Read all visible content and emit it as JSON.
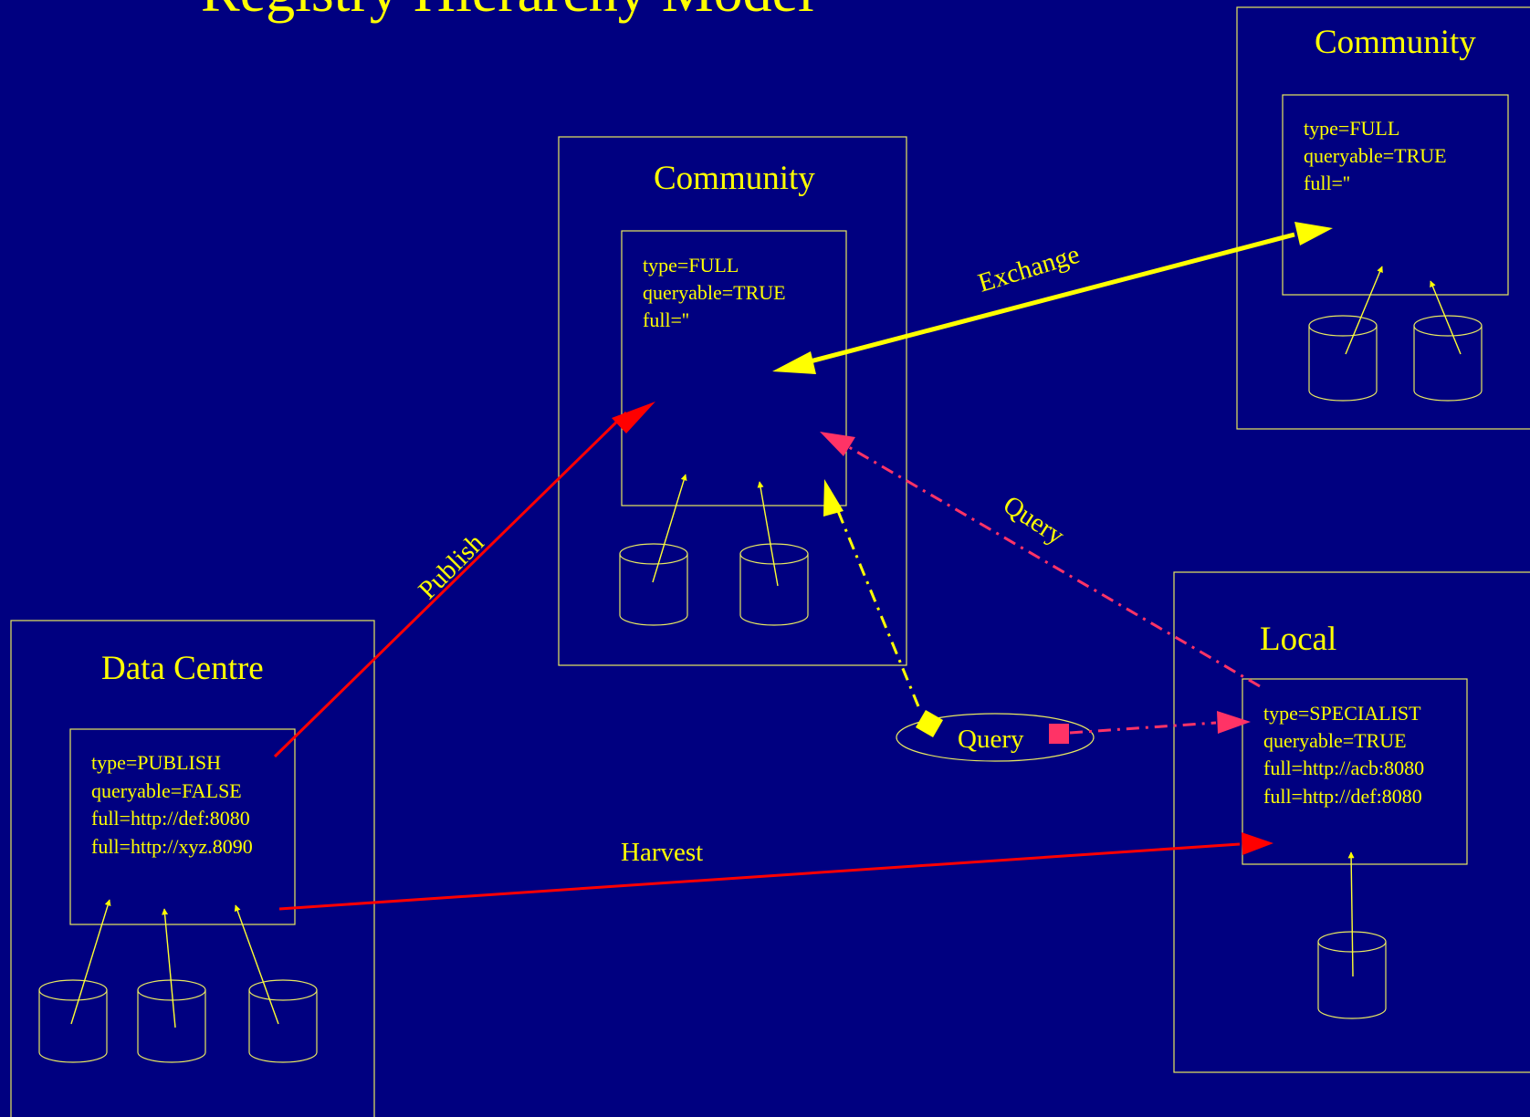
{
  "title": "Registry Hierarchy Model",
  "colors": {
    "background": "#000080",
    "text": "#FFFF00",
    "publish_harvest": "#FF0000",
    "query": "#FF3366"
  },
  "nodes": {
    "community_top": {
      "heading": "Community",
      "props": [
        "type=FULL",
        "queryable=TRUE",
        "full=''"
      ]
    },
    "community_mid": {
      "heading": "Community",
      "props": [
        "type=FULL",
        "queryable=TRUE",
        "full=''"
      ]
    },
    "data_centre": {
      "heading": "Data Centre",
      "props": [
        "type=PUBLISH",
        "queryable=FALSE",
        "full=http://def:8080",
        "full=http://xyz.8090"
      ]
    },
    "local": {
      "heading": "Local",
      "props": [
        "type=SPECIALIST",
        "queryable=TRUE",
        "full=http://acb:8080",
        "full=http://def:8080"
      ]
    }
  },
  "links": {
    "publish": "Publish",
    "exchange": "Exchange",
    "harvest": "Harvest",
    "query_dashed": "Query",
    "query_client": "Query"
  }
}
